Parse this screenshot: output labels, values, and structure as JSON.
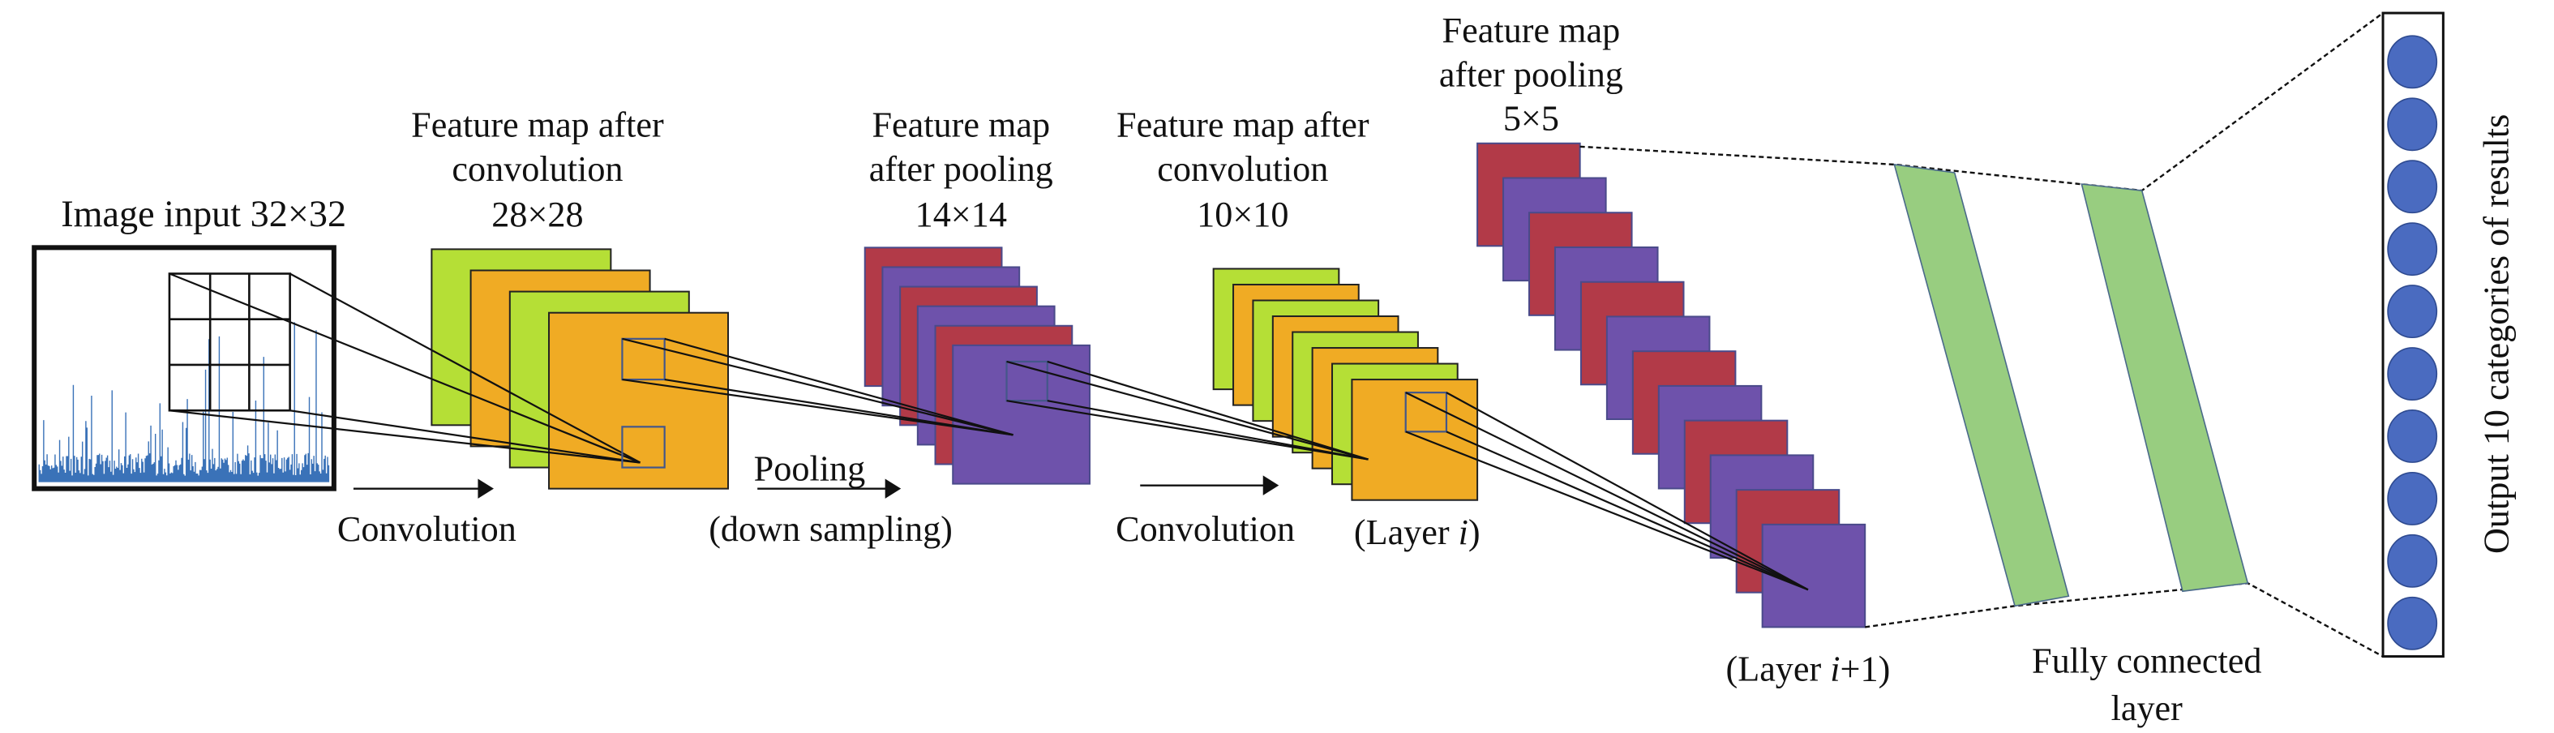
{
  "colors": {
    "green_map": "#b5df36",
    "orange_map": "#f0ab24",
    "red_map": "#b23a48",
    "purple_map": "#6e52ab",
    "fc_band": "#98cd80",
    "output_node": "#4a6bc0",
    "signal": "#3a72b8"
  },
  "input": {
    "title": "Image input 32×32"
  },
  "conv1": {
    "label_lines": [
      "Feature map after",
      "convolution",
      "28×28"
    ],
    "arrow_label": "Convolution",
    "map_colors": [
      "green_map",
      "orange_map",
      "green_map",
      "orange_map"
    ]
  },
  "pool1": {
    "label_lines": [
      "Feature map",
      "after pooling",
      "14×14"
    ],
    "arrow_label_top": "Pooling",
    "arrow_label": "(down sampling)",
    "map_colors": [
      "red_map",
      "purple_map",
      "red_map",
      "purple_map",
      "red_map",
      "purple_map"
    ]
  },
  "conv2": {
    "label_lines": [
      "Feature map after",
      "convolution",
      "10×10"
    ],
    "arrow_label": "Convolution",
    "layer_label": "(Layer ",
    "layer_var": "i",
    "layer_close": ")",
    "map_colors": [
      "green_map",
      "orange_map",
      "green_map",
      "orange_map",
      "green_map",
      "orange_map",
      "green_map",
      "orange_map"
    ]
  },
  "pool2": {
    "label_lines": [
      "Feature map",
      "after pooling",
      "5×5"
    ],
    "layer_label": "(Layer ",
    "layer_var": "i",
    "layer_suffix": "+1)",
    "map_colors": [
      "red_map",
      "purple_map",
      "red_map",
      "purple_map",
      "red_map",
      "purple_map",
      "red_map",
      "purple_map",
      "red_map",
      "purple_map",
      "red_map",
      "purple_map"
    ]
  },
  "fc": {
    "label_lines": [
      "Fully connected",
      "layer"
    ]
  },
  "output": {
    "label": "Output 10 categories of results",
    "node_count": 10
  }
}
